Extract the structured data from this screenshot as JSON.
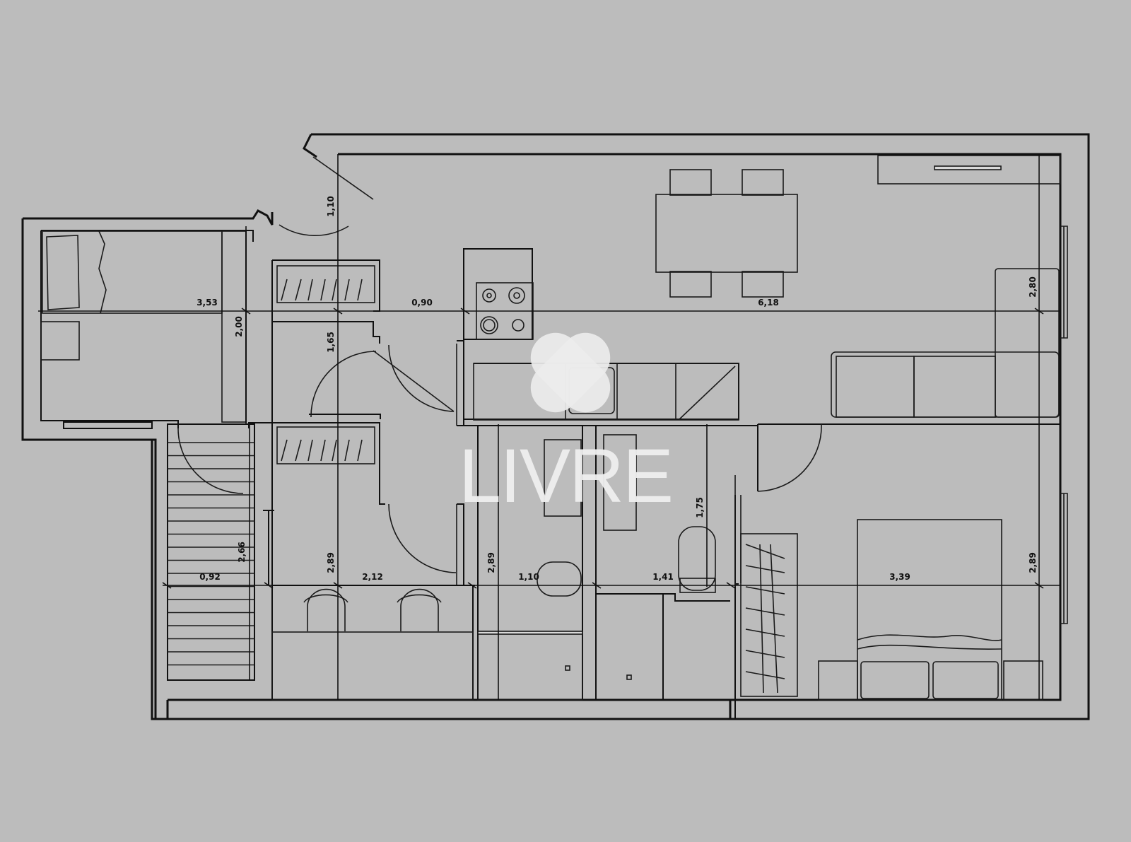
{
  "dimensions": {
    "bedroom_left_width": "3,53",
    "bedroom_left_depth": "2,00",
    "hall_width": "0,90",
    "entry_length": "1,10",
    "corridor_length": "1,65",
    "living_width": "6,18",
    "living_depth": "2,80",
    "stair_width": "0,92",
    "stair_length": "2,66",
    "office_depth": "2,89",
    "office_width": "2,12",
    "bath1_depth": "2,89",
    "bath1_width": "1,10",
    "bath2_width": "1,41",
    "bath2_depth": "1,75",
    "bedroom_right_width": "3,39",
    "bedroom_right_depth": "2,89"
  },
  "watermark": {
    "text": "LIVRE",
    "color": "#efefef"
  },
  "colors": {
    "background": "#bcbcbc",
    "line": "#111111"
  }
}
